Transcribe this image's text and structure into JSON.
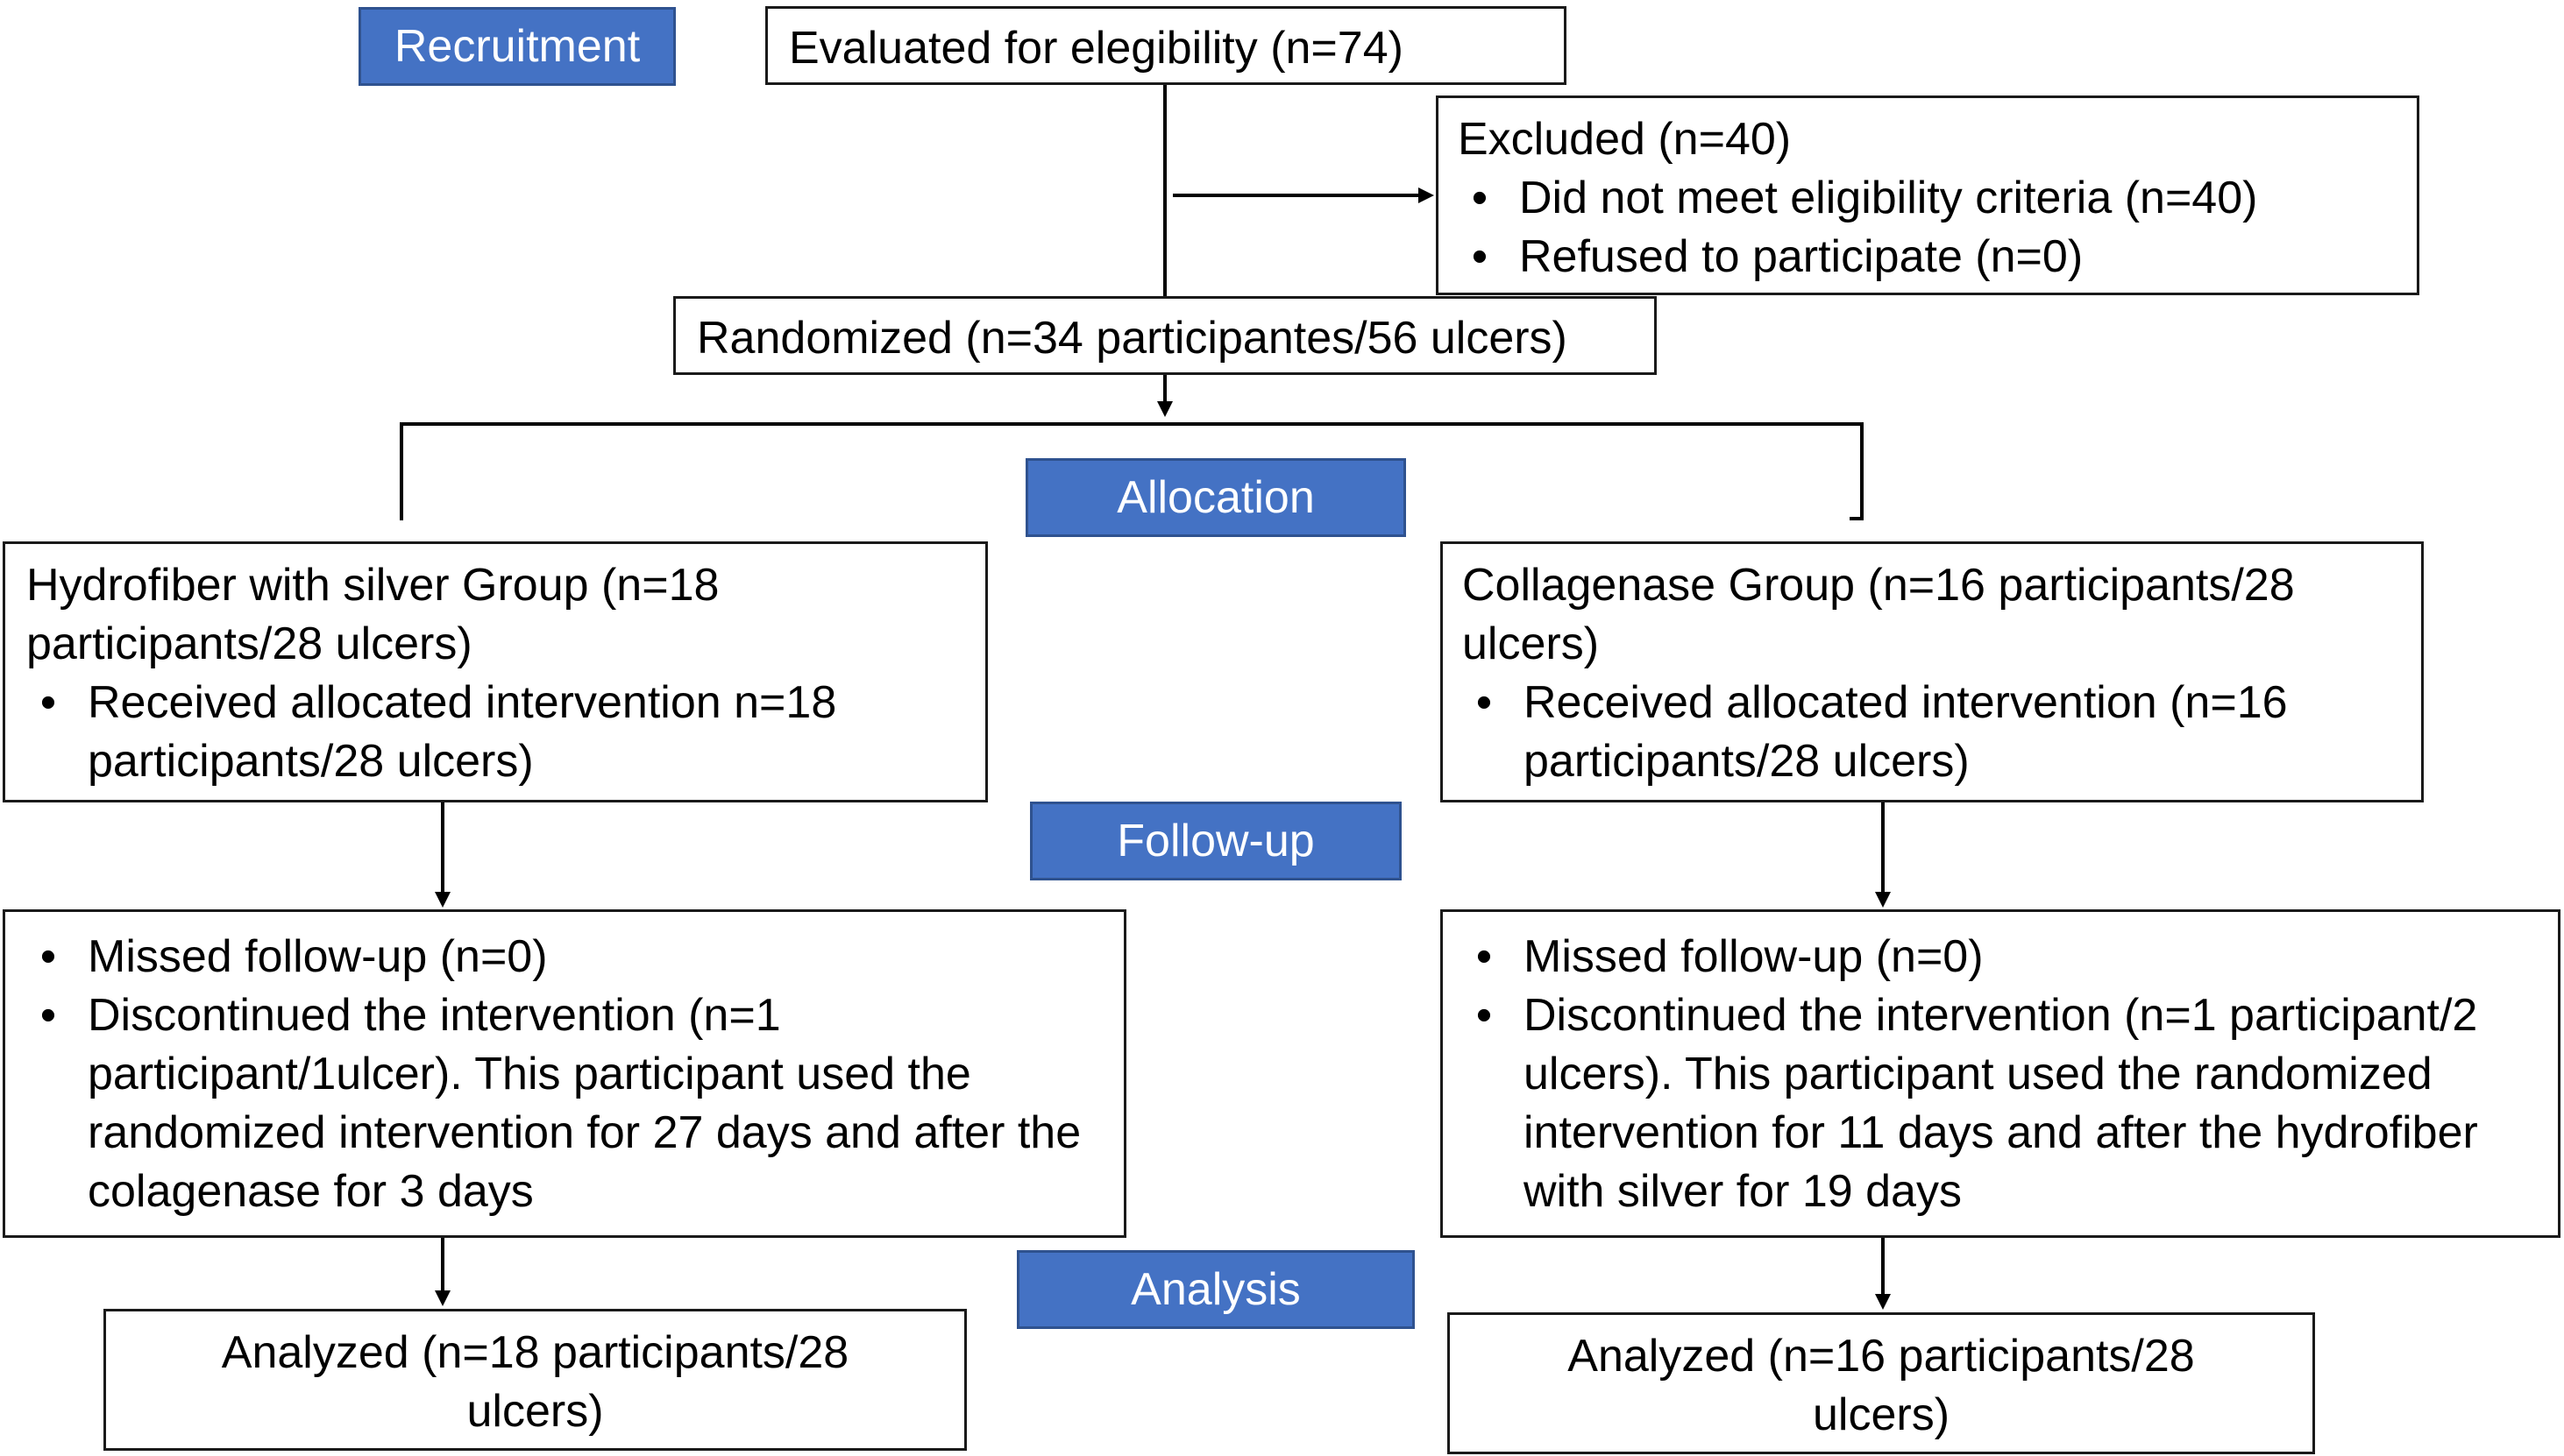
{
  "stages": {
    "recruitment": "Recruitment",
    "allocation": "Allocation",
    "follow_up": "Follow-up",
    "analysis": "Analysis"
  },
  "evaluated": "Evaluated for elegibility (n=74)",
  "excluded": {
    "title": "Excluded (n=40)",
    "items": [
      "Did not meet eligibility criteria (n=40)",
      "Refused to participate (n=0)"
    ]
  },
  "randomized": "Randomized (n=34 participantes/56 ulcers)",
  "groups": {
    "left": {
      "title": "Hydrofiber with silver Group (n=18 participants/28 ulcers)",
      "received": "Received allocated intervention n=18 participants/28 ulcers)",
      "follow_up": [
        "Missed follow-up (n=0)",
        "Discontinued the intervention (n=1 participant/1ulcer). This participant used the randomized intervention for 27 days and after the colagenase for 3 days"
      ],
      "analyzed": "Analyzed (n=18 participants/28 ulcers)"
    },
    "right": {
      "title": "Collagenase Group (n=16 participants/28 ulcers)",
      "received": "Received allocated intervention (n=16 participants/28 ulcers)",
      "follow_up": [
        "Missed follow-up (n=0)",
        "Discontinued the intervention (n=1 participant/2 ulcers). This participant used the randomized intervention for 11 days and after the hydrofiber with silver for 19 days"
      ],
      "analyzed": "Analyzed (n=16 participants/28 ulcers)"
    }
  },
  "bullet_char": "•",
  "colors": {
    "stage_fill": "#4472c4",
    "stage_text": "#ffffff",
    "border": "#1a1a1a"
  }
}
